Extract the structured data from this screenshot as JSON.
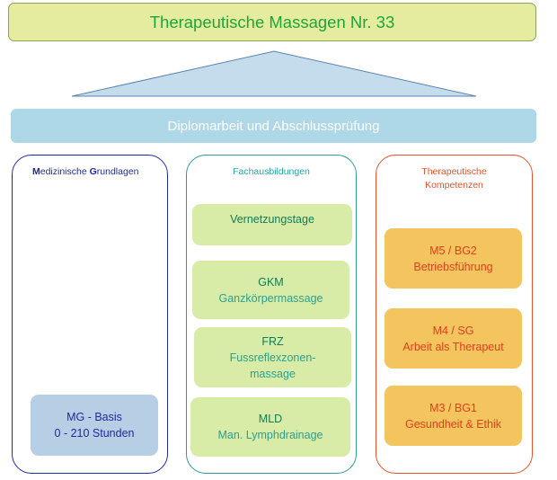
{
  "title": "Therapeutische Massagen Nr. 33",
  "diploma_bar": "Diplomarbeit und Abschlussprüfung",
  "columns": {
    "medizin": {
      "heading": {
        "p1": "M",
        "p2": "edizinische ",
        "p3": "G",
        "p4": "rundlagen"
      },
      "cards": [
        {
          "line1": "MG - Basis",
          "line2": "0 - 210 Stunden"
        }
      ]
    },
    "fach": {
      "heading": "Fachausbildungen",
      "cards": [
        {
          "line1": "Vernetzungstage"
        },
        {
          "line1": "GKM",
          "line2": "Ganzkörpermassage"
        },
        {
          "line1": "FRZ",
          "line2": "Fussreflexzonen-",
          "line3": "massage"
        },
        {
          "line1": "MLD",
          "line2": "Man. Lymphdrainage"
        }
      ]
    },
    "therapie": {
      "heading_line1": "Therapeutische",
      "heading_line2": "Kompetenzen",
      "cards": [
        {
          "line1": "M5 / BG2",
          "line2": "Betriebsführung"
        },
        {
          "line1": "M4 / SG",
          "line2": "Arbeit als Therapeut"
        },
        {
          "line1": "M3 / BG1",
          "line2": "Gesundheit & Ethik"
        }
      ]
    }
  }
}
